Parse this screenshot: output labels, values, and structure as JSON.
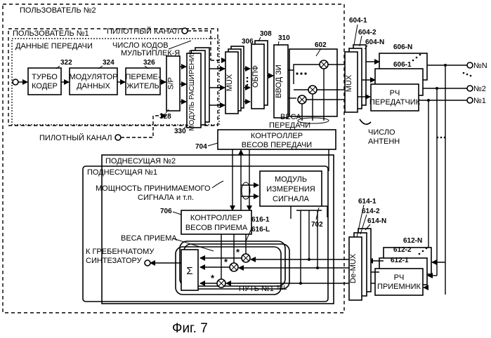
{
  "labels": {
    "user2": "ПОЛЬЗОВАТЕЛЬ №2",
    "user1": "ПОЛЬЗОВАТЕЛЬ №1",
    "pilot_top": "ПИЛОТНЫЙ КАНАЛ",
    "tx_data": "ДАННЫЕ ПЕРЕДАЧИ",
    "codes_1": "ЧИСЛО КОДОВ",
    "codes_2": "МУЛЬТИПЛЕК-Я",
    "turbo_1": "ТУРБО",
    "turbo_2": "КОДЕР",
    "mod_1": "МОДУЛЯТОР",
    "mod_2": "ДАННЫХ",
    "il_1": "ПЕРЕМЕ-",
    "il_2": "ЖИТЕЛЬ",
    "sp": "S/P",
    "spread": "МОДУЛЬ РАСШИРЕНИЯ",
    "mux_v": "MUX",
    "ifft": "ОБПФ",
    "gi": "ВВОД ЗИ",
    "mux_out": "MUX",
    "rf_tx_1": "РЧ",
    "rf_tx_2": "ПЕРЕДАТЧИК",
    "weights_tx_1": "ВЕСА",
    "weights_tx_2": "ПЕРЕДАЧИ",
    "num_antennas_1": "ЧИСЛО",
    "num_antennas_2": "АНТЕНН",
    "pilot_bottom": "ПИЛОТНЫЙ КАНАЛ",
    "txw_ctrl_1": "КОНТРОЛЛЕР",
    "txw_ctrl_2": "ВЕСОВ ПЕРЕДАЧИ",
    "sub2": "ПОДНЕСУЩАЯ №2",
    "sub1": "ПОДНЕСУЩАЯ №1",
    "meas_1": "МОДУЛЬ",
    "meas_2": "ИЗМЕРЕНИЯ",
    "meas_3": "СИГНАЛА",
    "power_1": "МОЩНОСТЬ ПРИНИМАЕМОГО",
    "power_2": "СИГНАЛА и т.п.",
    "rxw_ctrl_1": "КОНТРОЛЛЕР",
    "rxw_ctrl_2": "ВЕСОВ ПРИЕМА",
    "rx_weights": "ВЕСА ПРИЕМА",
    "comb_1": "К ГРЕБЕНЧАТОМУ",
    "comb_2": "СИНТЕЗАТОРУ",
    "sigma": "Σ",
    "path1": "ПУТЬ №1",
    "pathL": "№L",
    "demux": "De-MUX",
    "rf_rx_1": "РЧ",
    "rf_rx_2": "ПРИЕМНИК",
    "ant_n": "№N",
    "ant_2": "№2",
    "ant_1": "№1",
    "caption": "Фиг. 7"
  },
  "refs": {
    "r322": "322",
    "r324": "324",
    "r326": "326",
    "r328": "328",
    "r330": "330",
    "r306": "306",
    "r308": "308",
    "r310": "310",
    "r602": "602",
    "r604_1": "604-1",
    "r604_2": "604-2",
    "r604_n": "604-N",
    "r606_n": "606-N",
    "r606_1": "606-1",
    "r704": "704",
    "r702": "702",
    "r706": "706",
    "r616_1": "616-1",
    "r616_l": "616-L",
    "r614_1": "614-1",
    "r614_2": "614-2",
    "r614_n": "614-N",
    "r612_n": "612-N",
    "r612_2": "612-2",
    "r612_1": "612-1"
  }
}
